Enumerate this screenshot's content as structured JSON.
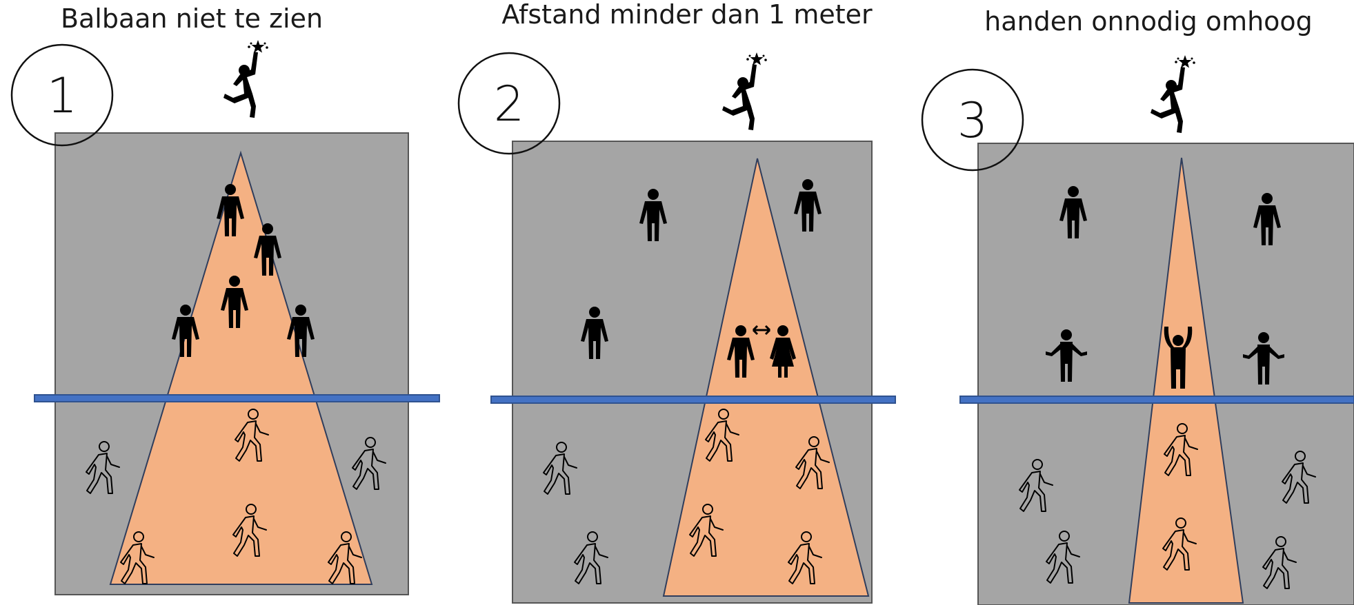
{
  "colors": {
    "field": "#a5a5a5",
    "field_border": "#555555",
    "lane": "#f4b183",
    "lane_border": "#2f3d5c",
    "net": "#4472c4",
    "net_border": "#2f528f",
    "figure": "#000000",
    "walker_fill": "#ffffff",
    "walker_stroke": "#000000"
  },
  "icons": {
    "jumper": "jumping-player-icon",
    "standing": "standing-person-icon",
    "walking": "walking-person-icon",
    "woman": "woman-icon",
    "arrow": "double-arrow-icon",
    "arms_up": "arms-raised-person-icon",
    "arms_out": "arms-spread-person-icon"
  },
  "panels": [
    {
      "title": "Balbaan niet te zien",
      "number": "1"
    },
    {
      "title": "Afstand minder dan 1 meter",
      "number": "2"
    },
    {
      "title": "handen onnodig omhoog",
      "number": "3"
    }
  ]
}
